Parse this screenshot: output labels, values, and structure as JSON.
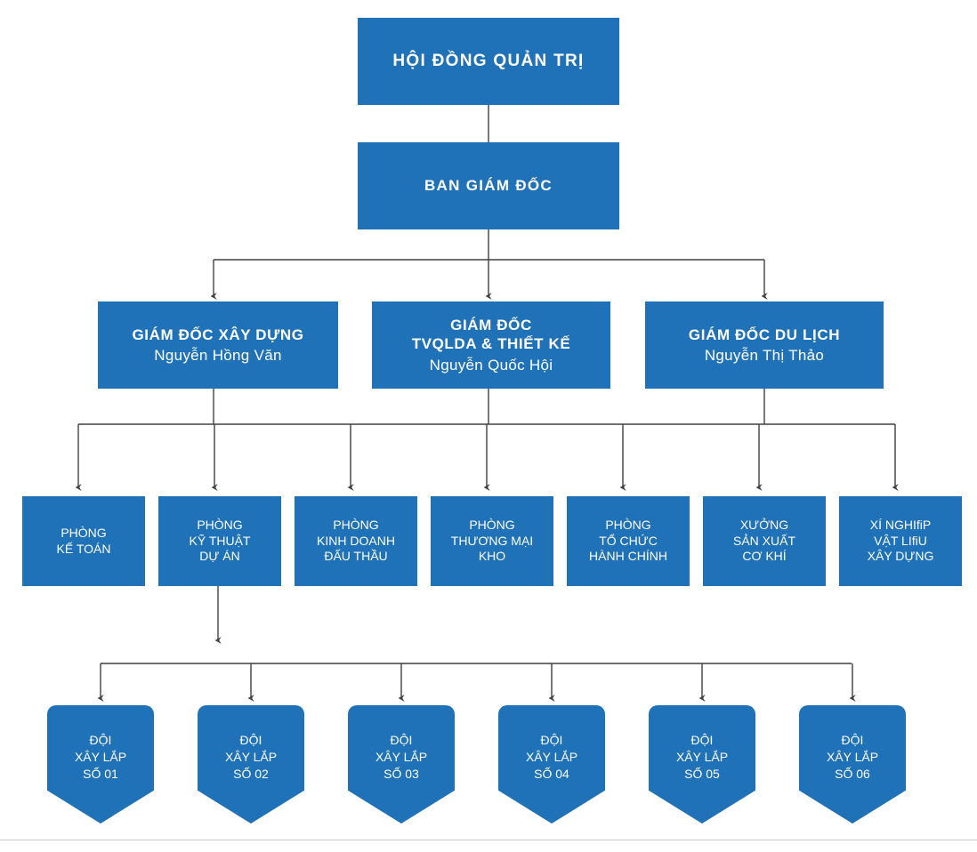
{
  "chart_data": {
    "type": "diagram",
    "title": "Sơ đồ tổ chức",
    "orientation": "top-down",
    "node_color": "#1f72b8",
    "text_color": "#ffffff",
    "connector_color": "#404040",
    "levels": 5
  },
  "colors": {
    "node_blue": "#1f72b8",
    "node_text": "#ffffff",
    "connector": "#404040",
    "footer_rule": "#c9c9c9",
    "background": "#ffffff"
  },
  "level1": {
    "title": "HỘI ĐỒNG QUẢN TRỊ"
  },
  "level2": {
    "title": "BAN GIÁM ĐỐC"
  },
  "level3": [
    {
      "title": "GIÁM ĐỐC XÂY DỰNG",
      "person": "Nguyễn Hồng Văn"
    },
    {
      "title_line1": "GIÁM ĐỐC",
      "title_line2": "TVQLDA & THIẾT KẾ",
      "person": "Nguyễn Quốc Hội"
    },
    {
      "title": "GIÁM ĐỐC DU LỊCH",
      "person": "Nguyễn Thị Thảo"
    }
  ],
  "level4": [
    {
      "line1": "PHÒNG",
      "line2": "KẾ TOÁN",
      "line3": ""
    },
    {
      "line1": "PHÒNG",
      "line2": "KỸ THUẬT",
      "line3": "DỰ ÁN"
    },
    {
      "line1": "PHÒNG",
      "line2": "KINH DOANH",
      "line3": "ĐẤU THẦU"
    },
    {
      "line1": "PHÒNG",
      "line2": "THƯƠNG MẠI",
      "line3": "KHO"
    },
    {
      "line1": "PHÒNG",
      "line2": "TỔ CHỨC",
      "line3": "HÀNH CHÍNH"
    },
    {
      "line1": "XƯỞNG",
      "line2": "SẢN XUẤT",
      "line3": "CƠ KHÍ"
    },
    {
      "line1": "XÍ NGHIfiP",
      "line2": "VẬT LIfiU",
      "line3": "XÂY DỰNG"
    }
  ],
  "level5": [
    {
      "line1": "ĐỘI",
      "line2": "XÂY LẮP",
      "line3": "SỐ 01"
    },
    {
      "line1": "ĐỘI",
      "line2": "XÂY LẮP",
      "line3": "SỐ 02"
    },
    {
      "line1": "ĐỘI",
      "line2": "XÂY LẮP",
      "line3": "SỐ 03"
    },
    {
      "line1": "ĐỘI",
      "line2": "XÂY LẮP",
      "line3": "SỐ 04"
    },
    {
      "line1": "ĐỘI",
      "line2": "XÂY LẮP",
      "line3": "SỐ 05"
    },
    {
      "line1": "ĐỘI",
      "line2": "XÂY LẮP",
      "line3": "SỐ 06"
    }
  ]
}
